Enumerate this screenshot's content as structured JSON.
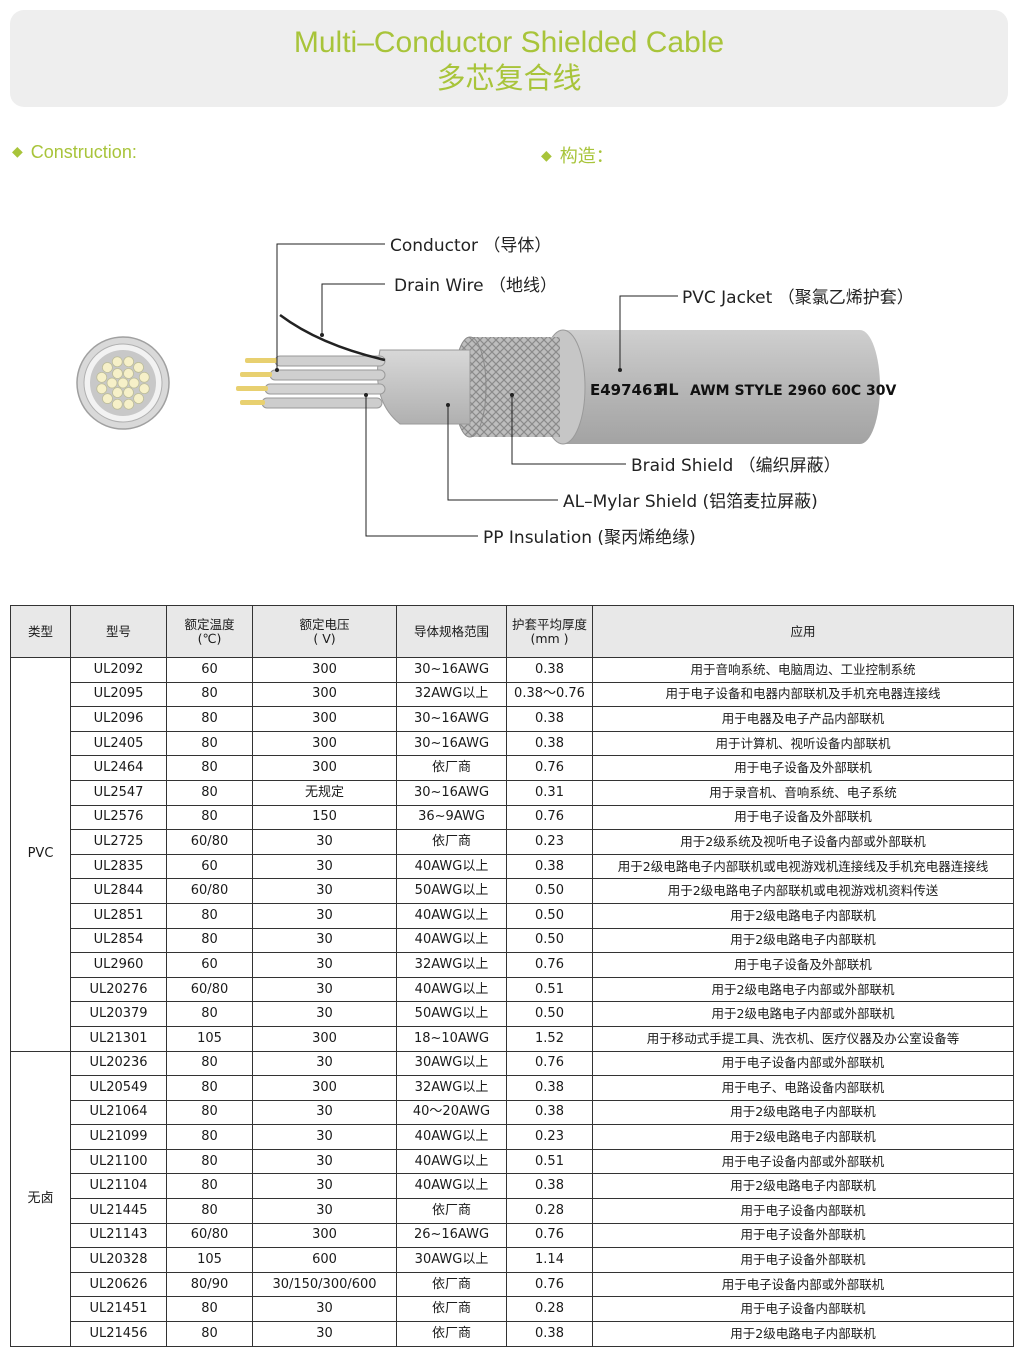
{
  "header": {
    "title_en": "Multi–Conductor Shielded Cable",
    "title_cn": "多芯复合线"
  },
  "sections": {
    "construction_en": "Construction:",
    "construction_cn": "构造："
  },
  "diagram": {
    "labels": {
      "conductor": "Conductor （导体）",
      "drain_wire": "Drain Wire （地线）",
      "pvc_jacket": "PVC Jacket （聚氯乙烯护套）",
      "braid_shield": "Braid Shield （编织屏蔽）",
      "al_mylar_shield": "AL–Mylar Shield (铝箔麦拉屏蔽)",
      "pp_insulation": "PP Insulation (聚丙烯绝缘)"
    },
    "jacket_print": {
      "code": "E497461",
      "ul_mark": "ЯL",
      "style": "AWM STYLE 2960 60C 30V"
    },
    "colors": {
      "accent": "#a8c43a",
      "cable": "#bdbdbd",
      "cable_dark": "#9a9a9a",
      "conductor": "#e8d070"
    }
  },
  "table": {
    "headers": {
      "type": "类型",
      "model": "型号",
      "temp": "额定温度",
      "temp_unit": "(℃)",
      "voltage": "额定电压",
      "voltage_unit": "( V)",
      "gauge": "导体规格范围",
      "thickness": "护套平均厚度",
      "thickness_unit": "(mm )",
      "application": "应用"
    },
    "groups": [
      {
        "type": "PVC",
        "rows": [
          [
            "UL2092",
            "60",
            "300",
            "30~16AWG",
            "0.38",
            "用于音响系统、电脑周边、工业控制系统"
          ],
          [
            "UL2095",
            "80",
            "300",
            "32AWG以上",
            "0.38～0.76",
            "用于电子设备和电器内部联机及手机充电器连接线"
          ],
          [
            "UL2096",
            "80",
            "300",
            "30~16AWG",
            "0.38",
            "用于电器及电子产品内部联机"
          ],
          [
            "UL2405",
            "80",
            "300",
            "30~16AWG",
            "0.38",
            "用于计算机、视听设备内部联机"
          ],
          [
            "UL2464",
            "80",
            "300",
            "依厂商",
            "0.76",
            "用于电子设备及外部联机"
          ],
          [
            "UL2547",
            "80",
            "无规定",
            "30~16AWG",
            "0.31",
            "用于录音机、音响系统、电子系统"
          ],
          [
            "UL2576",
            "80",
            "150",
            "36~9AWG",
            "0.76",
            "用于电子设备及外部联机"
          ],
          [
            "UL2725",
            "60/80",
            "30",
            "依厂商",
            "0.23",
            "用于2级系统及视听电子设备内部或外部联机"
          ],
          [
            "UL2835",
            "60",
            "30",
            "40AWG以上",
            "0.38",
            "用于2级电路电子内部联机或电视游戏机连接线及手机充电器连接线"
          ],
          [
            "UL2844",
            "60/80",
            "30",
            "50AWG以上",
            "0.50",
            "用于2级电路电子内部联机或电视游戏机资料传送"
          ],
          [
            "UL2851",
            "80",
            "30",
            "40AWG以上",
            "0.50",
            "用于2级电路电子内部联机"
          ],
          [
            "UL2854",
            "80",
            "30",
            "40AWG以上",
            "0.50",
            "用于2级电路电子内部联机"
          ],
          [
            "UL2960",
            "60",
            "30",
            "32AWG以上",
            "0.76",
            "用于电子设备及外部联机"
          ],
          [
            "UL20276",
            "60/80",
            "30",
            "40AWG以上",
            "0.51",
            "用于2级电路电子内部或外部联机"
          ],
          [
            "UL20379",
            "80",
            "30",
            "50AWG以上",
            "0.50",
            "用于2级电路电子内部或外部联机"
          ],
          [
            "UL21301",
            "105",
            "300",
            "18~10AWG",
            "1.52",
            "用于移动式手提工具、洗衣机、医疗仪器及办公室设备等"
          ]
        ]
      },
      {
        "type": "无卤",
        "rows": [
          [
            "UL20236",
            "80",
            "30",
            "30AWG以上",
            "0.76",
            "用于电子设备内部或外部联机"
          ],
          [
            "UL20549",
            "80",
            "300",
            "32AWG以上",
            "0.38",
            "用于电子、电路设备内部联机"
          ],
          [
            "UL21064",
            "80",
            "30",
            "40～20AWG",
            "0.38",
            "用于2级电路电子内部联机"
          ],
          [
            "UL21099",
            "80",
            "30",
            "40AWG以上",
            "0.23",
            "用于2级电路电子内部联机"
          ],
          [
            "UL21100",
            "80",
            "30",
            "40AWG以上",
            "0.51",
            "用于电子设备内部或外部联机"
          ],
          [
            "UL21104",
            "80",
            "30",
            "40AWG以上",
            "0.38",
            "用于2级电路电子内部联机"
          ],
          [
            "UL21445",
            "80",
            "30",
            "依厂商",
            "0.28",
            "用于电子设备内部联机"
          ],
          [
            "UL21143",
            "60/80",
            "300",
            "26~16AWG",
            "0.76",
            "用于电子设备外部联机"
          ],
          [
            "UL20328",
            "105",
            "600",
            "30AWG以上",
            "1.14",
            "用于电子设备外部联机"
          ],
          [
            "UL20626",
            "80/90",
            "30/150/300/600",
            "依厂商",
            "0.76",
            "用于电子设备内部或外部联机"
          ],
          [
            "UL21451",
            "80",
            "30",
            "依厂商",
            "0.28",
            "用于电子设备内部联机"
          ],
          [
            "UL21456",
            "80",
            "30",
            "依厂商",
            "0.38",
            "用于2级电路电子内部联机"
          ]
        ]
      }
    ]
  }
}
